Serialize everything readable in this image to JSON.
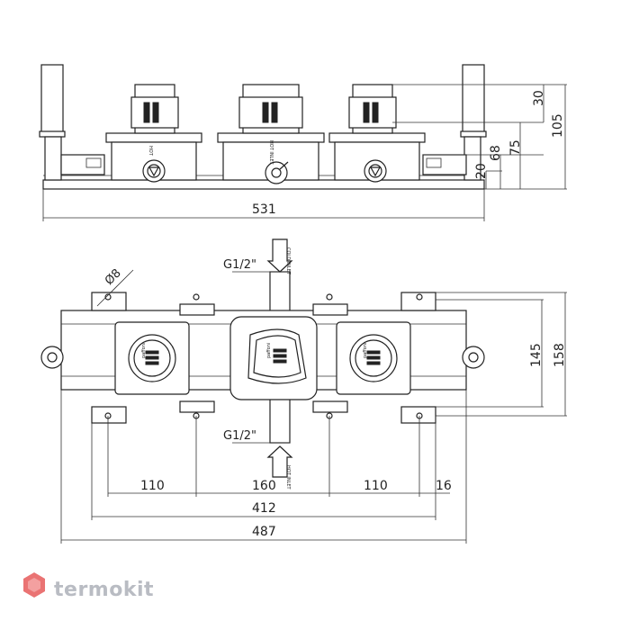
{
  "top_view": {
    "dims": {
      "total_width": "531",
      "h30": "30",
      "h105": "105",
      "h75": "75",
      "h68": "68",
      "h20": "20"
    },
    "icons": [
      "valve-knob-icon",
      "diverter-knob-icon"
    ],
    "center_label": "HOT INLET"
  },
  "plan_view": {
    "inlet_top_label": "G1/2\"",
    "inlet_bottom_label": "G1/2\"",
    "inlet_top_arrow_text": "COLD INLET",
    "inlet_bottom_arrow_text": "HOT INLET",
    "diameter_label": "Ø8",
    "module_brand": "paffoni",
    "dims": {
      "h145": "145",
      "h158": "158",
      "d110a": "110",
      "d160": "160",
      "d110b": "110",
      "d16": "16",
      "d412": "412",
      "d487": "487"
    }
  },
  "watermark": {
    "text": "termokit",
    "logo": "termokit-hexagon-logo",
    "colors": [
      "#e65a5a",
      "#b9bcc3"
    ]
  }
}
